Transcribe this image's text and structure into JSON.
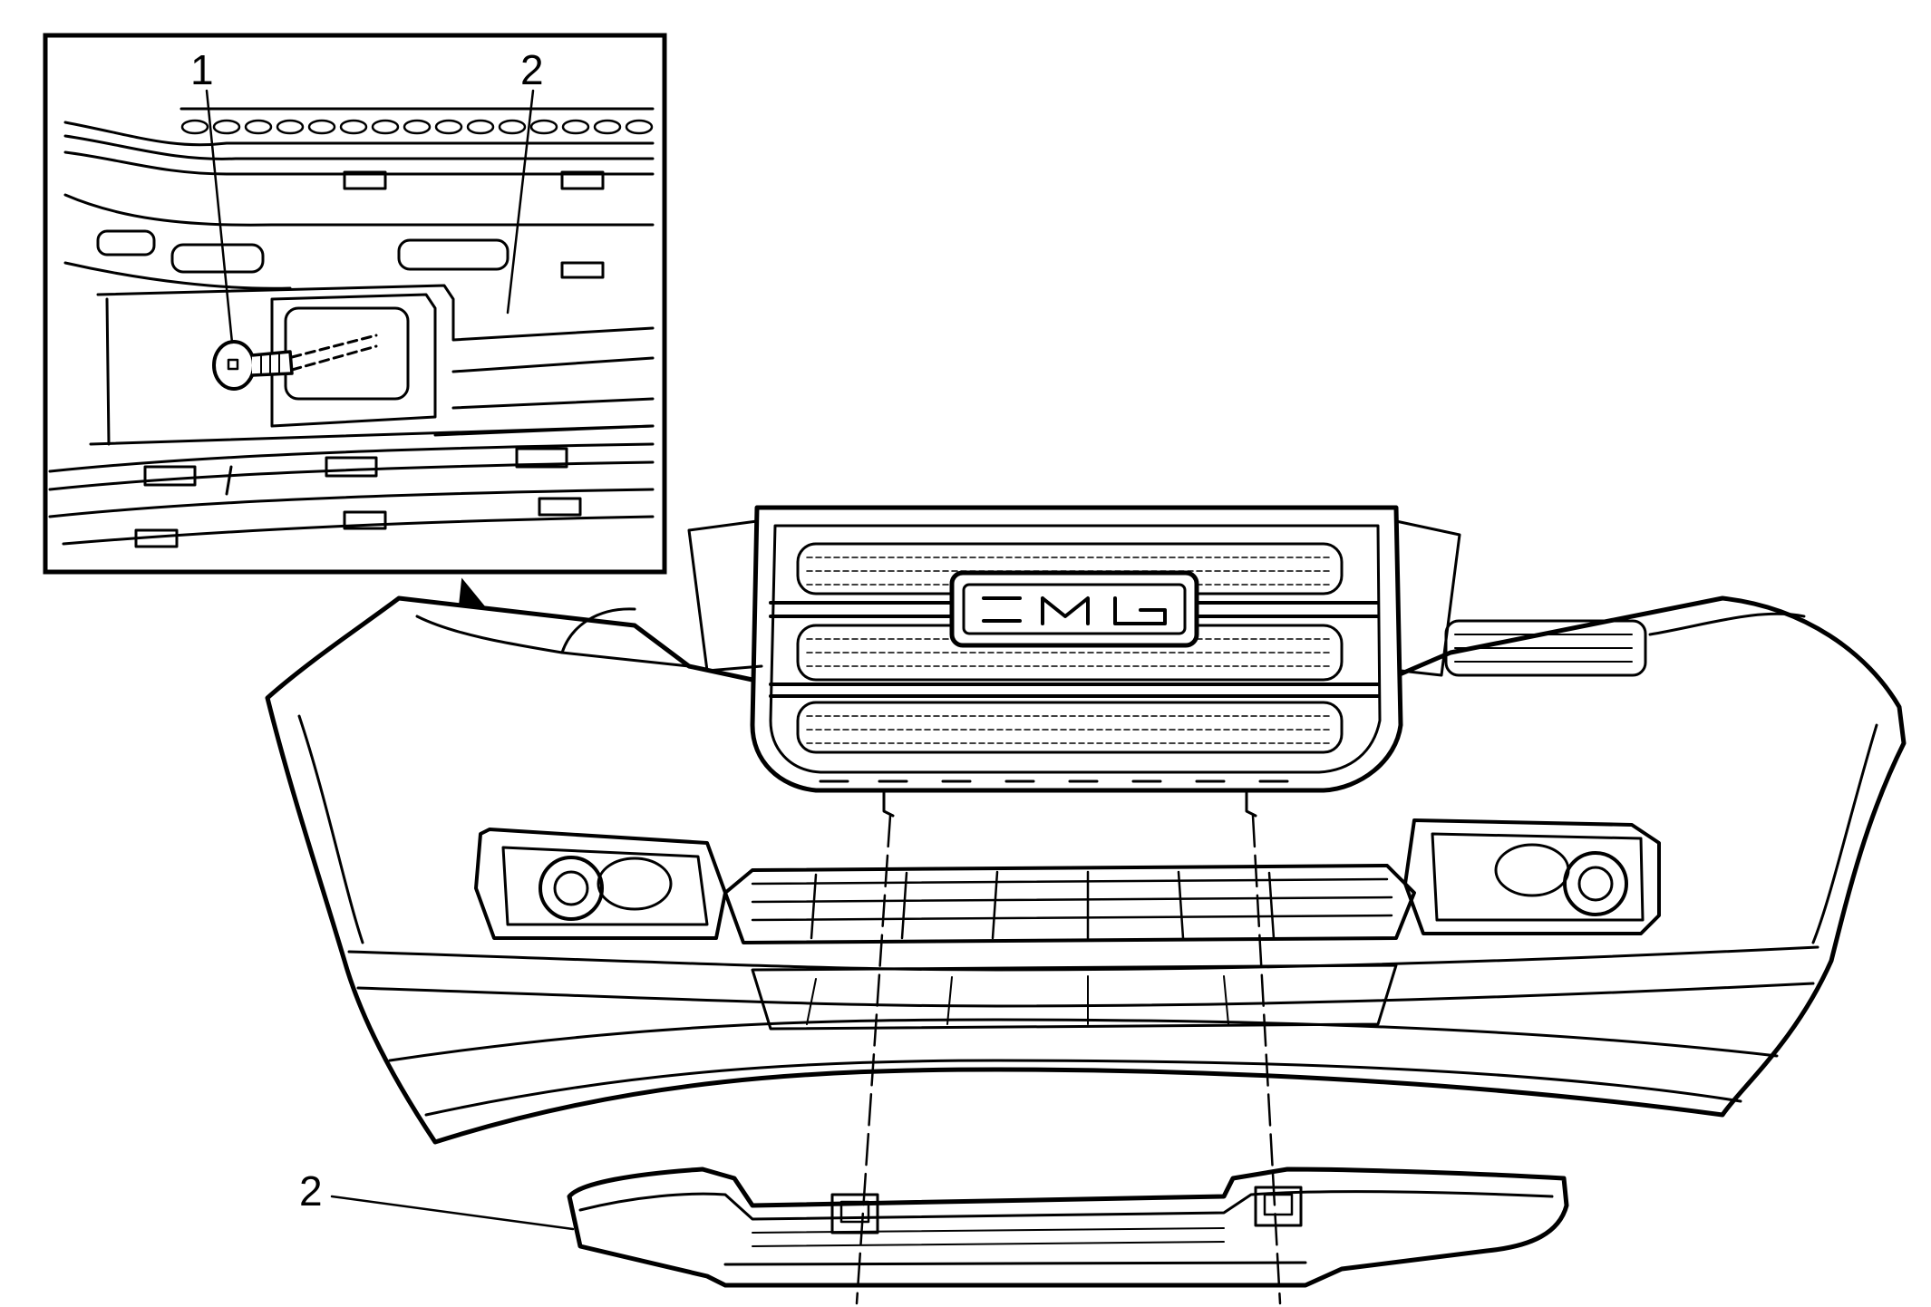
{
  "callouts": {
    "inset_fastener": "1",
    "inset_deflector": "2",
    "main_deflector": "2"
  }
}
